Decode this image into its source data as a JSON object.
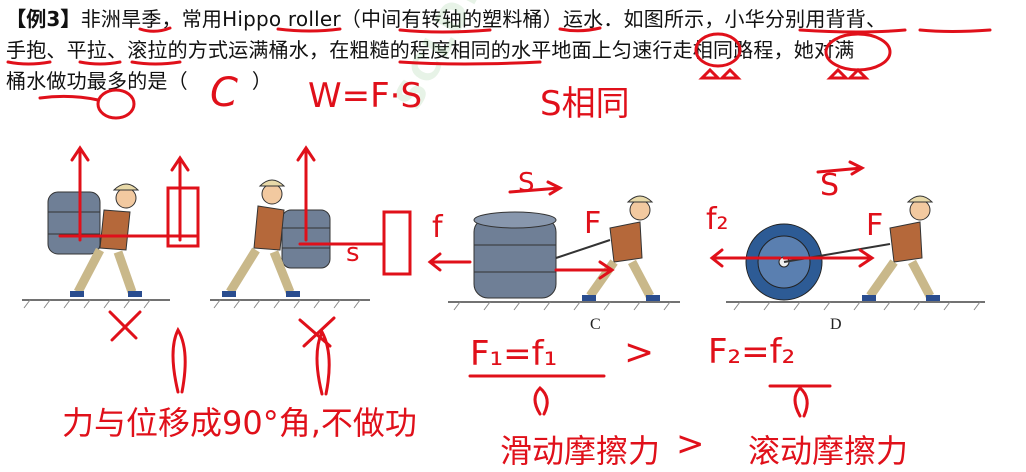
{
  "problem": {
    "tag": "【例3】",
    "line1": "非洲旱季，常用Hippo roller（中间有转轴的塑料桶）运水．如图所示，小华分别用背背、",
    "line2": "手抱、平拉、滚拉的方式运满桶水，在粗糙的程度相同的水平地面上匀速行走相同路程，她对满",
    "line3_prefix": "桶水做功最多的是（",
    "line3_answer": "C",
    "line3_suffix": "）"
  },
  "figure_labels": {
    "c": "C",
    "d": "D"
  },
  "handwriting": {
    "formula": "W=F·S",
    "s_same": "S相同",
    "vec_s1": "S",
    "vec_s2": "S",
    "f_label": "f",
    "F_label1": "F",
    "f2_label": "f₂",
    "F_label2": "F",
    "s_label": "s",
    "eq_left": "F₁=f₁",
    "gt": ">",
    "eq_right": "F₂=f₂",
    "note_left": "力与位移成90°角,不做功",
    "note_mid": "滑动摩擦力",
    "gt2": ">",
    "note_right": "滚动摩擦力"
  },
  "watermark": "SCLDLQUC",
  "colors": {
    "ink": "#e0101a",
    "text": "#111111"
  }
}
